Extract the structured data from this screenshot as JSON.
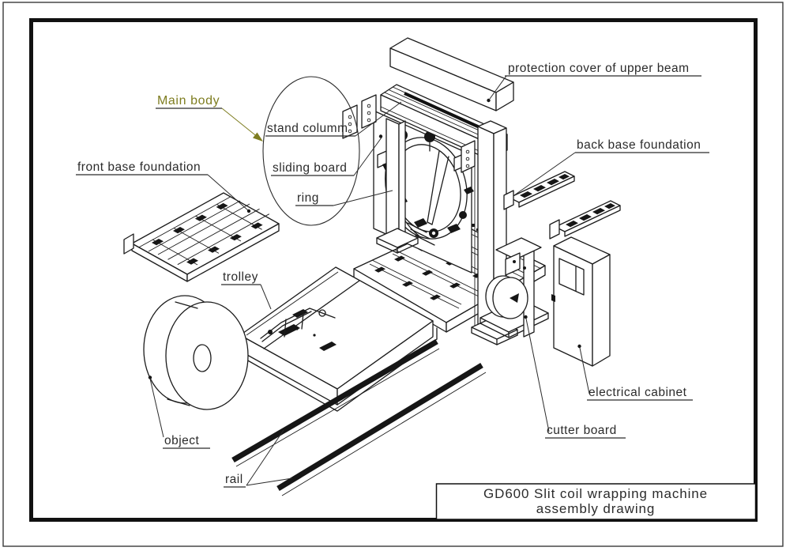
{
  "page": {
    "background": "#ffffff",
    "line_color": "#1b1b1b",
    "accent_color": "#7e7d20"
  },
  "title_block": {
    "line1": "GD600 Slit coil wrapping machine",
    "line2": "assembly drawing"
  },
  "labels": {
    "main_body": "Main body",
    "protection_cover": "protection cover of upper beam",
    "back_base_foundation": "back base foundation",
    "front_base_foundation": "front base foundation",
    "stand_column": "stand columm",
    "sliding_board": "sliding board",
    "ring": "ring",
    "trolley": "trolley",
    "object": "object",
    "rail": "rail",
    "electrical_cabinet": "electrical cabinet",
    "cutter_board": "cutter board"
  }
}
